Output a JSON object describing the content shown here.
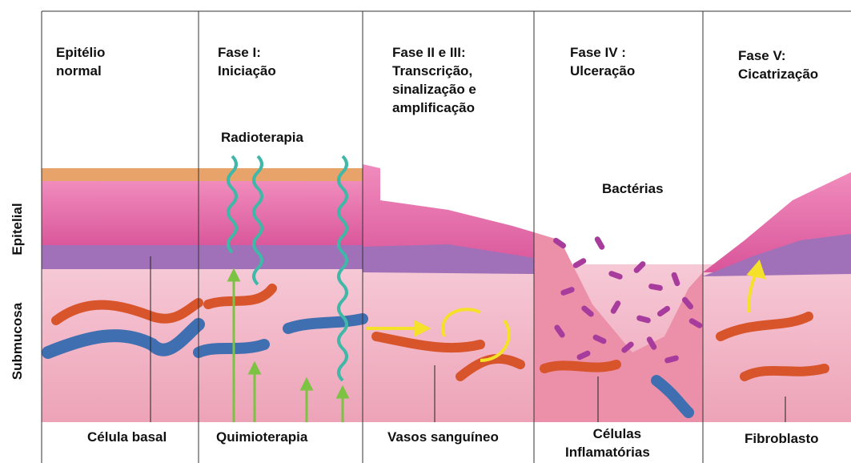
{
  "side_labels": {
    "epithelial": "Epitelial",
    "submucosa": "Submucosa"
  },
  "panels": [
    {
      "title_lines": [
        "Epitélio",
        "normal"
      ],
      "bottom_lines": [
        "Célula basal"
      ]
    },
    {
      "title_lines": [
        "Fase I:",
        "Iniciação"
      ],
      "top_label": "Radioterapia",
      "bottom_lines": [
        "Quimioterapia"
      ]
    },
    {
      "title_lines": [
        "Fase II e III:",
        "Transcrição,",
        "sinalização e",
        "amplificação"
      ],
      "bottom_lines": [
        "Vasos sanguíneo"
      ]
    },
    {
      "title_lines": [
        "Fase IV :",
        "Ulceração"
      ],
      "top_label": "Bactérias",
      "bottom_lines": [
        "Células",
        "Inflamatórias"
      ]
    },
    {
      "title_lines": [
        "Fase V:",
        "Cicatrização"
      ],
      "bottom_lines": [
        "Fibroblasto"
      ]
    }
  ],
  "colors": {
    "keratin": "#e8a36a",
    "epithelium": "#e86ba8",
    "basal_layer": "#a070b8",
    "submucosa": "#f2b8c8",
    "artery": "#d8542a",
    "vein": "#3f6fb0",
    "radiation": "#3fb8a8",
    "chemo": "#7cc243",
    "signal": "#f5e02a",
    "bacteria": "#a83c9c"
  }
}
